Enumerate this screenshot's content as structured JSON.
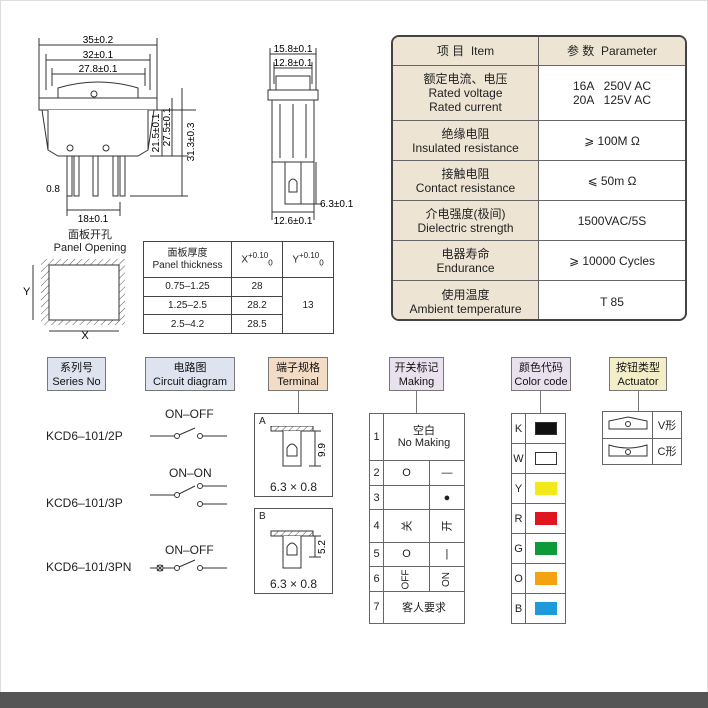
{
  "drawing": {
    "dims": {
      "w35": "35±0.2",
      "w32": "32±0.1",
      "w27": "27.8±0.1",
      "h21": "21.5±0.1",
      "h27": "27.5±0.1",
      "h31": "31.3±0.3",
      "pin_gap": "0.8",
      "pin_span": "18±0.1",
      "side_w15": "15.8±0.1",
      "side_w12": "12.8±0.1",
      "side_pin": "6.3±0.1",
      "side_bottom": "12.6±0.1"
    },
    "panel_opening_cn": "面板开孔",
    "panel_opening_en": "Panel Opening",
    "axis_x": "X",
    "axis_y": "Y"
  },
  "panel_table": {
    "header_thickness_cn": "面板厚度",
    "header_thickness_en": "Panel thickness",
    "header_x": "X",
    "header_x_tol": "+0.10",
    "header_x_zero": "0",
    "header_y": "Y",
    "header_y_tol": "+0.10",
    "header_y_zero": "0",
    "rows": [
      {
        "thickness": "0.75–1.25",
        "x": "28"
      },
      {
        "thickness": "1.25–2.5",
        "x": "28.2"
      },
      {
        "thickness": "2.5–4.2",
        "x": "28.5"
      }
    ],
    "y_value": "13"
  },
  "spec": {
    "header_item_cn": "项 目",
    "header_item_en": "Item",
    "header_param_cn": "参 数",
    "header_param_en": "Parameter",
    "rows": [
      {
        "cn": "额定电流、电压",
        "en1": "Rated voltage",
        "en2": "Rated current",
        "v1": "16A   250V AC",
        "v2": "20A   125V AC"
      },
      {
        "cn": "绝缘电阻",
        "en1": "Insulated resistance",
        "v1": "⩾ 100M Ω"
      },
      {
        "cn": "接触电阻",
        "en1": "Contact resistance",
        "v1": "⩽ 50m Ω"
      },
      {
        "cn": "介电强度(极间)",
        "en1": "Dielectric strength",
        "v1": "1500VAC/5S"
      },
      {
        "cn": "电器寿命",
        "en1": "Endurance",
        "v1": "⩾ 10000 Cycles"
      },
      {
        "cn": "使用温度",
        "en1": "Ambient temperature",
        "v1": "T 85"
      }
    ]
  },
  "headers": {
    "series_cn": "系列号",
    "series_en": "Series No",
    "circuit_cn": "电路图",
    "circuit_en": "Circuit diagram",
    "terminal_cn": "端子规格",
    "terminal_en": "Terminal",
    "making_cn": "开关标记",
    "making_en": "Making",
    "color_cn": "颜色代码",
    "color_en": "Color code",
    "actuator_cn": "按钮类型",
    "actuator_en": "Actuator"
  },
  "series": [
    {
      "model": "KCD6–101/2P",
      "state": "ON–OFF"
    },
    {
      "model": "KCD6–101/3P",
      "state": "ON–ON"
    },
    {
      "model": "KCD6–101/3PN",
      "state": "ON–OFF"
    }
  ],
  "terminals": [
    {
      "label": "A",
      "height": "9.9",
      "size": "6.3 × 0.8"
    },
    {
      "label": "B",
      "height": "5.2",
      "size": "6.3 × 0.8"
    }
  ],
  "making": [
    {
      "n": "1",
      "cn": "空白",
      "en": "No Making"
    },
    {
      "n": "2",
      "left": "O",
      "right": "—"
    },
    {
      "n": "3",
      "left": "",
      "right": "●"
    },
    {
      "n": "4",
      "left": "关",
      "right": "开"
    },
    {
      "n": "5",
      "left": "O",
      "right": "|"
    },
    {
      "n": "6",
      "left": "OFF",
      "right": "ON"
    },
    {
      "n": "7",
      "text": "客人要求"
    }
  ],
  "colors": [
    {
      "code": "K",
      "hex": "#111111"
    },
    {
      "code": "W",
      "hex": "#ffffff"
    },
    {
      "code": "Y",
      "hex": "#f2e81a"
    },
    {
      "code": "R",
      "hex": "#e0151f"
    },
    {
      "code": "G",
      "hex": "#0f9a3a"
    },
    {
      "code": "O",
      "hex": "#f4a112"
    },
    {
      "code": "B",
      "hex": "#1c9ad9"
    }
  ],
  "actuators": [
    {
      "label": "V形"
    },
    {
      "label": "C形"
    }
  ]
}
